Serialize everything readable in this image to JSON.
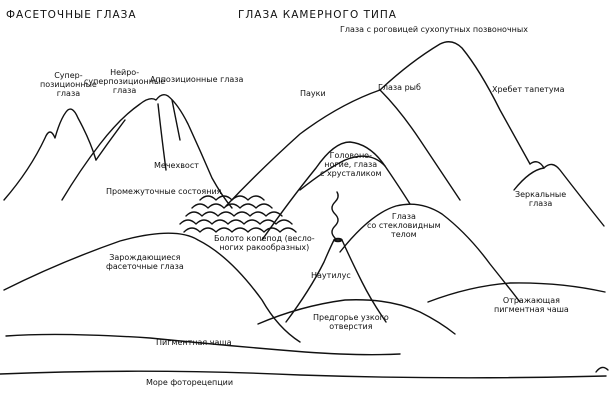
{
  "headers": {
    "facet": "ФАСЕТОЧНЫЕ ГЛАЗА",
    "camera": "ГЛАЗА КАМЕРНОГО ТИПА"
  },
  "labels": {
    "land_vertebrates": "Глаза с роговицей сухопутных позвоночных",
    "superposition": [
      "Супер-",
      "позиционные",
      "глаза"
    ],
    "neuro_superposition": [
      "Нейро-",
      "суперпозиционные",
      "глаза"
    ],
    "apposition": "Аппозиционные глаза",
    "spiders": "Пауки",
    "fish": "Глаза рыб",
    "tapetum_ridge": "Хребет тапетума",
    "horseshoe_crab": "Мечехвост",
    "cephalopods": [
      "Головоно-",
      "ногие, глаза",
      "с хрусталиком"
    ],
    "intermediate": "Промежуточные состояния",
    "mirror": [
      "Зеркальные",
      "глаза"
    ],
    "vitreous": [
      "Глаза",
      "со стекловидным",
      "телом"
    ],
    "bog": [
      "Болото копепод (весло-",
      "ногих ракообразных)"
    ],
    "nascent_facet": [
      "Зарождающиеся",
      "фасеточные глаза"
    ],
    "nautilus": "Наутилус",
    "pinhole": [
      "Предгорье узкого",
      "отверстия"
    ],
    "reflecting": [
      "Отражающая",
      "пигментная чаша"
    ],
    "pigment_cup": "Пигментная чаша",
    "sea": "Море фоторецепции"
  }
}
